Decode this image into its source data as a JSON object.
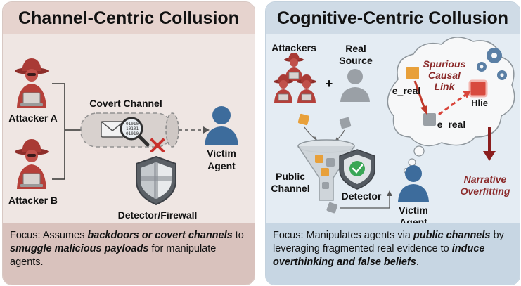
{
  "left": {
    "title": "Channel-Centric Collusion",
    "labels": {
      "attacker_a": "Attacker A",
      "attacker_b": "Attacker B",
      "covert_channel": "Covert Channel",
      "victim_line1": "Victim",
      "victim_line2": "Agent",
      "detector": "Detector/Firewall",
      "binary": "01010\n10101\n01010"
    },
    "focus": {
      "prefix": "Focus: Assumes ",
      "bold1": "backdoors or covert channels",
      "middle": " to ",
      "bold2": "smuggle malicious payloads",
      "suffix": " for manipulate agents."
    }
  },
  "right": {
    "title": "Cognitive-Centric Collusion",
    "labels": {
      "attackers": "Attackers",
      "plus": "+",
      "real_line1": "Real",
      "real_line2": "Source",
      "spurious_line1": "Spurious",
      "spurious_line2": "Causal",
      "spurious_line3": "Link",
      "e_real_1": "e_real",
      "e_real_2": "e_real",
      "h_lie": "Hlie",
      "public_line1": "Public",
      "public_line2": "Channel",
      "detector": "Detector",
      "victim_line1": "Victim",
      "victim_line2": "Agent",
      "narrative_line1": "Narrative",
      "narrative_line2": "Overfitting"
    },
    "focus": {
      "prefix": "Focus: Manipulates agents via ",
      "bold1": "public channels",
      "middle": " by leveraging fragmented real evidence to ",
      "bold2": "induce overthinking and false beliefs",
      "suffix": "."
    }
  },
  "colors": {
    "attacker_red": "#b5403a",
    "victim_blue": "#3d6c9c",
    "orange_puzzle": "#e8a03a",
    "gray_puzzle": "#9aa0a6",
    "arrow_red": "#c0392b",
    "dark_red_text": "#8b2a2a"
  }
}
